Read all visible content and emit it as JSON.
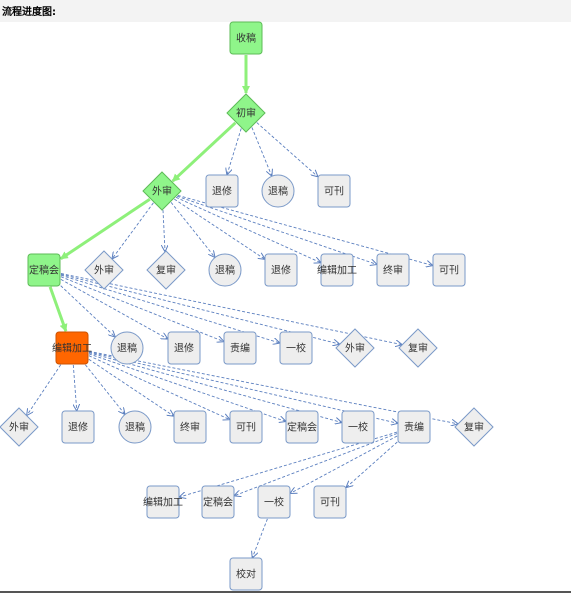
{
  "page": {
    "title": "流程进度图:"
  },
  "colors": {
    "current_fill": "#ff6600",
    "current_stroke": "#cc5200",
    "done_fill": "#8ff58a",
    "done_stroke": "#5dbb57",
    "option_fill": "#eeeeee",
    "option_stroke": "#7a99c8",
    "progress_edge": "#8ef07a",
    "option_edge": "#5b7fbf",
    "label": "#333333"
  },
  "diagram": {
    "nodes": [
      {
        "id": "n1",
        "label": "收稿",
        "shape": "rect",
        "state": "done"
      },
      {
        "id": "n2",
        "label": "初审",
        "shape": "diamond",
        "state": "done"
      },
      {
        "id": "n3",
        "label": "退修",
        "shape": "rect",
        "state": "option"
      },
      {
        "id": "n4",
        "label": "退稿",
        "shape": "circle",
        "state": "option"
      },
      {
        "id": "n5",
        "label": "可刊",
        "shape": "rect",
        "state": "option"
      },
      {
        "id": "n6",
        "label": "外审",
        "shape": "diamond",
        "state": "done"
      },
      {
        "id": "n7",
        "label": "定稿会",
        "shape": "rect",
        "state": "done"
      },
      {
        "id": "n8",
        "label": "外审",
        "shape": "diamond",
        "state": "option"
      },
      {
        "id": "n9",
        "label": "复审",
        "shape": "diamond",
        "state": "option"
      },
      {
        "id": "n10",
        "label": "退稿",
        "shape": "circle",
        "state": "option"
      },
      {
        "id": "n11",
        "label": "退修",
        "shape": "rect",
        "state": "option"
      },
      {
        "id": "n12",
        "label": "编辑加工",
        "shape": "rect",
        "state": "option"
      },
      {
        "id": "n13",
        "label": "终审",
        "shape": "rect",
        "state": "option"
      },
      {
        "id": "n14",
        "label": "可刊",
        "shape": "rect",
        "state": "option"
      },
      {
        "id": "n15",
        "label": "编辑加工",
        "shape": "rect",
        "state": "current"
      },
      {
        "id": "n16",
        "label": "退稿",
        "shape": "circle",
        "state": "option"
      },
      {
        "id": "n17",
        "label": "退修",
        "shape": "rect",
        "state": "option"
      },
      {
        "id": "n18",
        "label": "责编",
        "shape": "rect",
        "state": "option"
      },
      {
        "id": "n19",
        "label": "一校",
        "shape": "rect",
        "state": "option"
      },
      {
        "id": "n20",
        "label": "外审",
        "shape": "diamond",
        "state": "option"
      },
      {
        "id": "n21",
        "label": "复审",
        "shape": "diamond",
        "state": "option"
      },
      {
        "id": "n22",
        "label": "外审",
        "shape": "diamond",
        "state": "option"
      },
      {
        "id": "n23",
        "label": "退修",
        "shape": "rect",
        "state": "option"
      },
      {
        "id": "n24",
        "label": "退稿",
        "shape": "circle",
        "state": "option"
      },
      {
        "id": "n25",
        "label": "终审",
        "shape": "rect",
        "state": "option"
      },
      {
        "id": "n26",
        "label": "可刊",
        "shape": "rect",
        "state": "option"
      },
      {
        "id": "n27",
        "label": "定稿会",
        "shape": "rect",
        "state": "option"
      },
      {
        "id": "n28",
        "label": "一校",
        "shape": "rect",
        "state": "option"
      },
      {
        "id": "n29",
        "label": "责编",
        "shape": "rect",
        "state": "option"
      },
      {
        "id": "n30",
        "label": "复审",
        "shape": "diamond",
        "state": "option"
      },
      {
        "id": "n31",
        "label": "编辑加工",
        "shape": "rect",
        "state": "option"
      },
      {
        "id": "n32",
        "label": "定稿会",
        "shape": "rect",
        "state": "option"
      },
      {
        "id": "n33",
        "label": "一校",
        "shape": "rect",
        "state": "option"
      },
      {
        "id": "n34",
        "label": "可刊",
        "shape": "rect",
        "state": "option"
      },
      {
        "id": "n35",
        "label": "校对",
        "shape": "rect",
        "state": "option"
      }
    ],
    "edges": [
      {
        "from": "n1",
        "to": "n2",
        "type": "progress"
      },
      {
        "from": "n2",
        "to": "n6",
        "type": "progress"
      },
      {
        "from": "n6",
        "to": "n7",
        "type": "progress"
      },
      {
        "from": "n7",
        "to": "n15",
        "type": "progress"
      },
      {
        "from": "n2",
        "to": "n3",
        "type": "option"
      },
      {
        "from": "n2",
        "to": "n4",
        "type": "option"
      },
      {
        "from": "n2",
        "to": "n5",
        "type": "option"
      },
      {
        "from": "n6",
        "to": "n8",
        "type": "option"
      },
      {
        "from": "n6",
        "to": "n9",
        "type": "option"
      },
      {
        "from": "n6",
        "to": "n10",
        "type": "option"
      },
      {
        "from": "n6",
        "to": "n11",
        "type": "option"
      },
      {
        "from": "n6",
        "to": "n12",
        "type": "option"
      },
      {
        "from": "n6",
        "to": "n13",
        "type": "option"
      },
      {
        "from": "n6",
        "to": "n14",
        "type": "option"
      },
      {
        "from": "n7",
        "to": "n16",
        "type": "option"
      },
      {
        "from": "n7",
        "to": "n17",
        "type": "option"
      },
      {
        "from": "n7",
        "to": "n18",
        "type": "option"
      },
      {
        "from": "n7",
        "to": "n19",
        "type": "option"
      },
      {
        "from": "n7",
        "to": "n20",
        "type": "option"
      },
      {
        "from": "n7",
        "to": "n21",
        "type": "option"
      },
      {
        "from": "n15",
        "to": "n22",
        "type": "option"
      },
      {
        "from": "n15",
        "to": "n23",
        "type": "option"
      },
      {
        "from": "n15",
        "to": "n24",
        "type": "option"
      },
      {
        "from": "n15",
        "to": "n25",
        "type": "option"
      },
      {
        "from": "n15",
        "to": "n26",
        "type": "option"
      },
      {
        "from": "n15",
        "to": "n27",
        "type": "option"
      },
      {
        "from": "n15",
        "to": "n28",
        "type": "option"
      },
      {
        "from": "n15",
        "to": "n29",
        "type": "option"
      },
      {
        "from": "n15",
        "to": "n30",
        "type": "option"
      },
      {
        "from": "n29",
        "to": "n31",
        "type": "option"
      },
      {
        "from": "n29",
        "to": "n32",
        "type": "option"
      },
      {
        "from": "n29",
        "to": "n33",
        "type": "option"
      },
      {
        "from": "n29",
        "to": "n34",
        "type": "option"
      },
      {
        "from": "n33",
        "to": "n35",
        "type": "option"
      }
    ]
  }
}
